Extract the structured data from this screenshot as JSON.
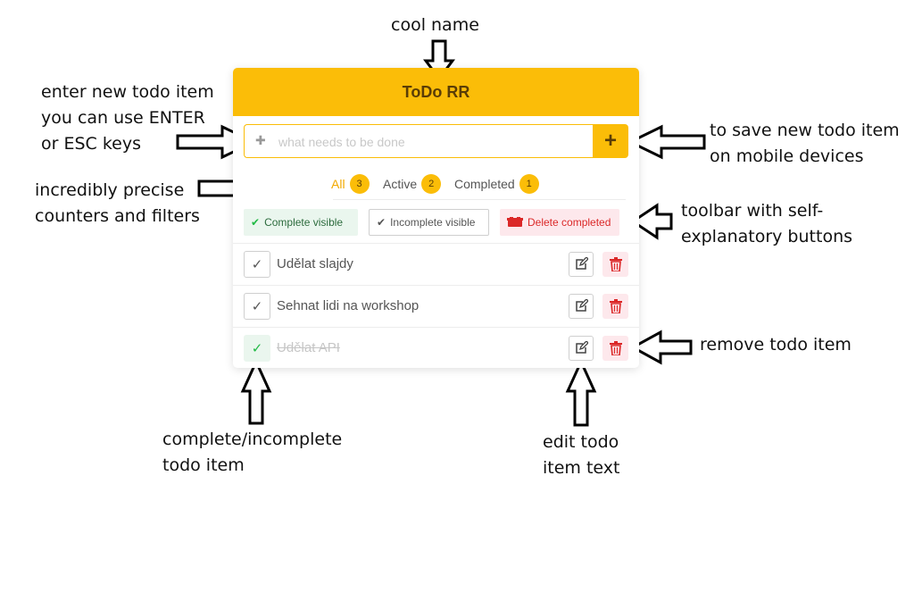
{
  "annotations": {
    "cool_name": "cool name",
    "enter_new": [
      "enter new todo item",
      "you can use ENTER",
      "or ESC keys"
    ],
    "save_mobile": [
      "to save new todo item",
      "on mobile devices"
    ],
    "counters": [
      "incredibly precise",
      "counters and filters"
    ],
    "toolbar_note": [
      "toolbar with self-",
      "explanatory buttons"
    ],
    "remove_note": "remove todo item",
    "complete_note": [
      "complete/incomplete",
      "todo item"
    ],
    "edit_note": [
      "edit todo",
      "item text"
    ]
  },
  "app": {
    "title": "ToDo RR",
    "input_placeholder": "what needs to be done",
    "add_icon": "plus-icon",
    "filters": [
      {
        "label": "All",
        "count": "3"
      },
      {
        "label": "Active",
        "count": "2"
      },
      {
        "label": "Completed",
        "count": "1"
      }
    ],
    "toolbar": {
      "complete_visible": "Complete visible",
      "incomplete_visible": "Incomplete visible",
      "delete_completed": "Delete completed"
    },
    "todos": [
      {
        "text": "Udělat slajdy",
        "completed": false
      },
      {
        "text": "Sehnat lidi na workshop",
        "completed": false
      },
      {
        "text": "Udělat API",
        "completed": true
      }
    ]
  },
  "colors": {
    "accent": "#fbbd08",
    "accent_text": "#5a3d06",
    "success": "#21ba45",
    "danger": "#db2828"
  }
}
